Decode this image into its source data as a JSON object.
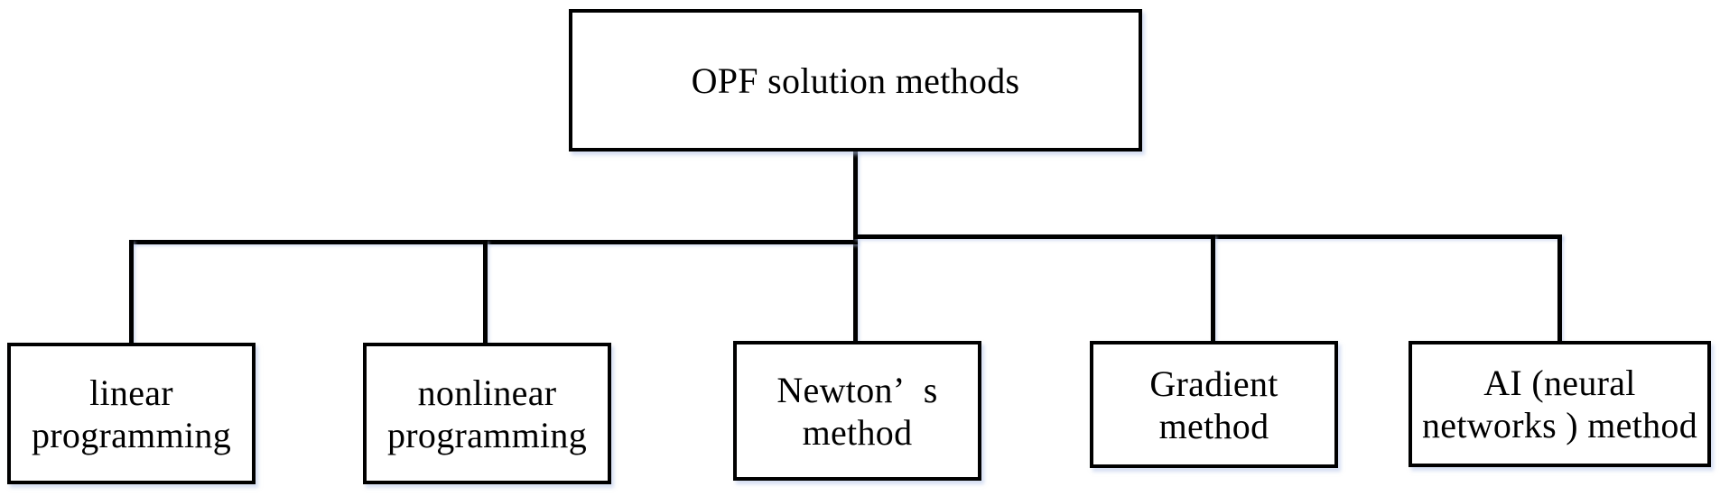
{
  "diagram": {
    "type": "tree",
    "colors": {
      "line": "#000000",
      "box_fill": "#ffffff",
      "background": "#ffffff",
      "shadow": "#b2c3e8"
    },
    "root": {
      "label": "OPF solution methods"
    },
    "children": [
      {
        "label": "linear\nprogramming"
      },
      {
        "label": "nonlinear\nprogramming"
      },
      {
        "label": "Newton’ s\nmethod"
      },
      {
        "label": "Gradient\nmethod"
      },
      {
        "label": "AI (neural\nnetworks ) method"
      }
    ]
  }
}
